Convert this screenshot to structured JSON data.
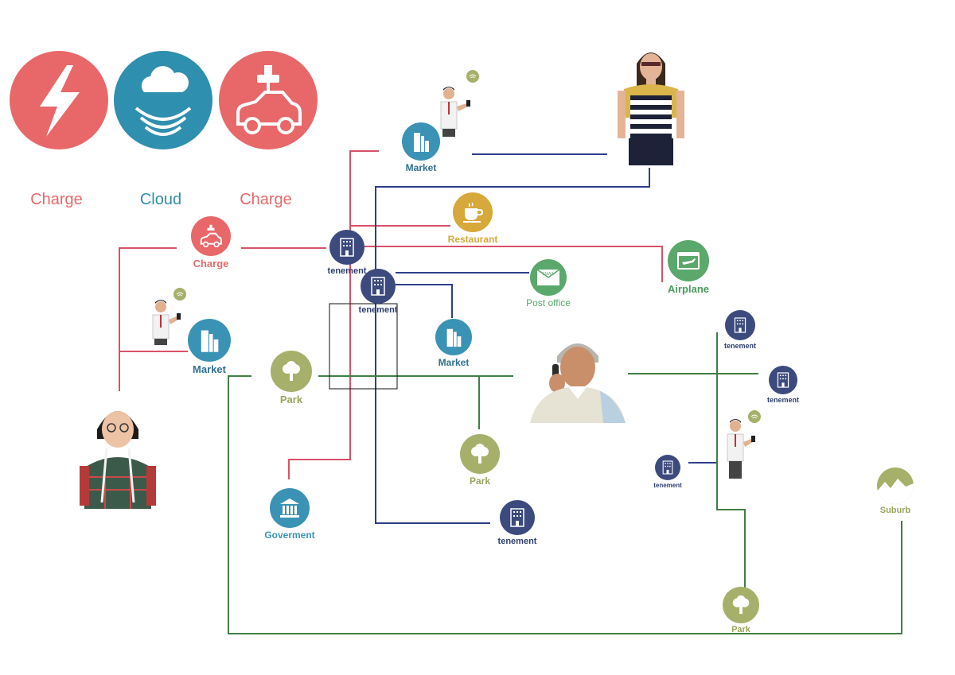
{
  "colors": {
    "red": "#e8686a",
    "blue": "#2f8fae",
    "teal": "#3a93b5",
    "navy": "#3c4a7e",
    "olive": "#a6b06a",
    "gold": "#d7a83a",
    "green": "#5aa86b",
    "line_red": "#d9516a",
    "line_navy": "#2e3f8a",
    "line_green": "#3f7f44"
  },
  "legend": [
    {
      "icon": "lightning-icon",
      "label": "Charge",
      "color": "#e8686a"
    },
    {
      "icon": "cloud-wifi-icon",
      "label": "Cloud",
      "color": "#2f8fae"
    },
    {
      "icon": "electric-car-icon",
      "label": "Charge",
      "color": "#e8686a"
    }
  ],
  "nodes": {
    "charge": {
      "label": "Charge",
      "icon": "electric-car-icon"
    },
    "market_top": {
      "label": "Market",
      "icon": "building-icon"
    },
    "market_left": {
      "label": "Market",
      "icon": "building-icon"
    },
    "market_mid": {
      "label": "Market",
      "icon": "building-icon"
    },
    "restaurant": {
      "label": "Restaurant",
      "icon": "coffee-cup-icon"
    },
    "airplane": {
      "label": "Airplane",
      "icon": "plane-screen-icon"
    },
    "post_office": {
      "label": "Post office",
      "icon": "email-envelope-icon",
      "envelope_text": "EMAIL"
    },
    "tenement_1": {
      "label": "tenement",
      "icon": "apartment-icon"
    },
    "tenement_2": {
      "label": "tenement",
      "icon": "apartment-icon"
    },
    "tenement_3": {
      "label": "tenement",
      "icon": "apartment-icon"
    },
    "tenement_4": {
      "label": "tenement",
      "icon": "apartment-icon"
    },
    "tenement_5": {
      "label": "tenement",
      "icon": "apartment-icon"
    },
    "tenement_6": {
      "label": "tenement",
      "icon": "apartment-icon"
    },
    "park_1": {
      "label": "Park",
      "icon": "tree-icon"
    },
    "park_2": {
      "label": "Park",
      "icon": "tree-icon"
    },
    "park_3": {
      "label": "Park",
      "icon": "tree-icon"
    },
    "government": {
      "label": "Goverment",
      "icon": "bank-icon"
    },
    "suburb": {
      "label": "Suburb",
      "icon": "mountain-icon"
    }
  },
  "wifi_badge": {
    "text": "WiFi",
    "icon": "wifi-badge-icon"
  }
}
